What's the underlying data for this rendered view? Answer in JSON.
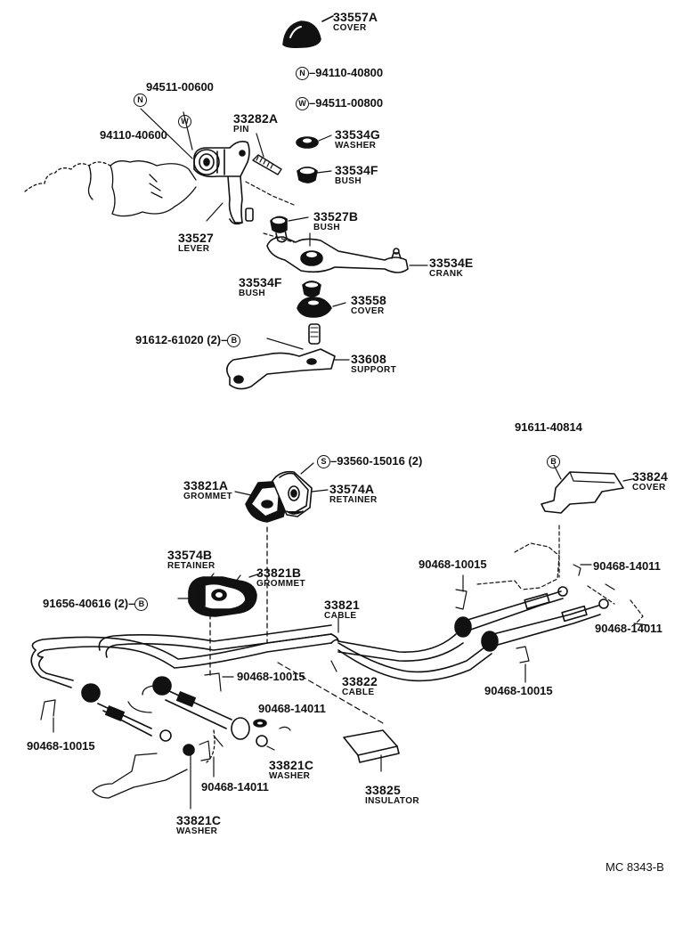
{
  "diagram": {
    "ref_code": "MC 8343-B",
    "symbols": {
      "n": "N",
      "w": "W",
      "b": "B",
      "s": "S"
    },
    "parts": {
      "p33557A": {
        "number": "33557A",
        "name": "COVER"
      },
      "p94110_40800": {
        "number": "94110-40800",
        "name": ""
      },
      "p94511_00800": {
        "number": "94511-00800",
        "name": ""
      },
      "p94511_00600": {
        "number": "94511-00600",
        "name": ""
      },
      "p94110_40600": {
        "number": "94110-40600",
        "name": ""
      },
      "p33282A": {
        "number": "33282A",
        "name": "PIN"
      },
      "p33534G": {
        "number": "33534G",
        "name": "WASHER"
      },
      "p33534F_top": {
        "number": "33534F",
        "name": "BUSH"
      },
      "p33527B": {
        "number": "33527B",
        "name": "BUSH"
      },
      "p33527": {
        "number": "33527",
        "name": "LEVER"
      },
      "p33534E": {
        "number": "33534E",
        "name": "CRANK"
      },
      "p33534F_bot": {
        "number": "33534F",
        "name": "BUSH"
      },
      "p33558": {
        "number": "33558",
        "name": "COVER"
      },
      "p91612": {
        "number": "91612-61020 (2)",
        "name": ""
      },
      "p33608": {
        "number": "33608",
        "name": "SUPPORT"
      },
      "p91611": {
        "number": "91611-40814",
        "name": ""
      },
      "p33824": {
        "number": "33824",
        "name": "COVER"
      },
      "p93560": {
        "number": "93560-15016 (2)",
        "name": ""
      },
      "p33821A": {
        "number": "33821A",
        "name": "GROMMET"
      },
      "p33574A": {
        "number": "33574A",
        "name": "RETAINER"
      },
      "p33574B": {
        "number": "33574B",
        "name": "RETAINER"
      },
      "p33821B": {
        "number": "33821B",
        "name": "GROMMET"
      },
      "p91656": {
        "number": "91656-40616 (2)",
        "name": ""
      },
      "p90468_10015_a": {
        "number": "90468-10015",
        "name": ""
      },
      "p90468_14011_a": {
        "number": "90468-14011",
        "name": ""
      },
      "p90468_14011_b": {
        "number": "90468-14011",
        "name": ""
      },
      "p33821": {
        "number": "33821",
        "name": "CABLE"
      },
      "p33822": {
        "number": "33822",
        "name": "CABLE"
      },
      "p90468_10015_b": {
        "number": "90468-10015",
        "name": ""
      },
      "p90468_10015_c": {
        "number": "90468-10015",
        "name": ""
      },
      "p90468_14011_c": {
        "number": "90468-14011",
        "name": ""
      },
      "p90468_10015_d": {
        "number": "90468-10015",
        "name": ""
      },
      "p33821C_a": {
        "number": "33821C",
        "name": "WASHER"
      },
      "p90468_14011_d": {
        "number": "90468-14011",
        "name": ""
      },
      "p33825": {
        "number": "33825",
        "name": "INSULATOR"
      },
      "p33821C_b": {
        "number": "33821C",
        "name": "WASHER"
      }
    }
  }
}
